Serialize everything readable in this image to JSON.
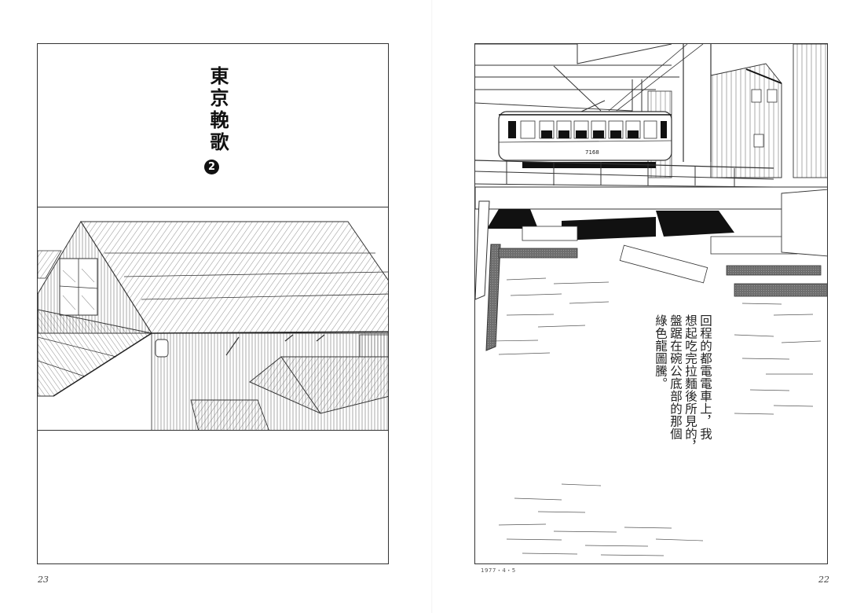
{
  "spread": {
    "left_page": {
      "page_number": "23",
      "title": "東京輓歌",
      "chapter_number": "2",
      "panels": [
        {
          "id": "title-panel",
          "content": "title"
        },
        {
          "id": "house-panel",
          "content": "illustration-wooden-houses-rooftops"
        },
        {
          "id": "blank-panel",
          "content": "empty"
        }
      ]
    },
    "right_page": {
      "page_number": "22",
      "date_stamp": "1977・4・5",
      "tram_number": "7168",
      "caption_columns": [
        "回程的都電電車上，我",
        "想起吃完拉麵後所見的，",
        "盤踞在碗公底部的那個",
        "綠色龍圖騰。"
      ],
      "panels": [
        {
          "id": "tram-panel",
          "content": "illustration-tram-on-bridge-over-river-with-timber-rafts"
        }
      ]
    }
  },
  "colors": {
    "paper": "#ffffff",
    "ink": "#111111",
    "frame": "#333333",
    "tone_gray": "#777777"
  }
}
